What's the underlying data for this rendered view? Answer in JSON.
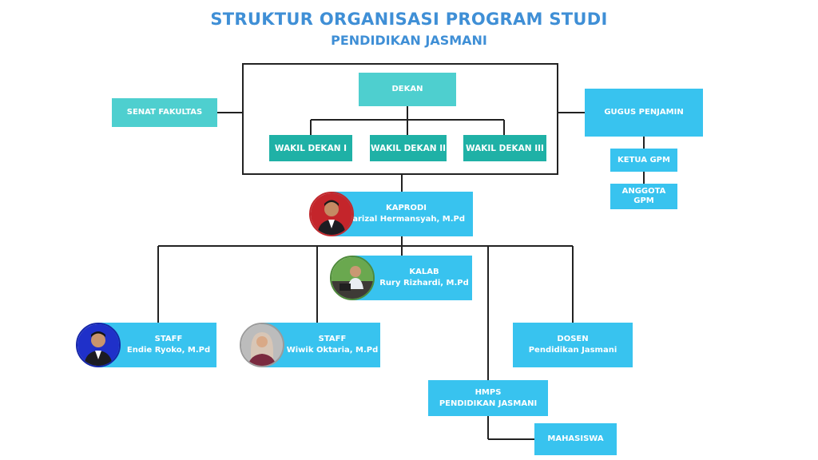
{
  "title": "STRUKTUR ORGANISASI PROGRAM STUDI",
  "subtitle": "PENDIDIKAN JASMANI",
  "nodes": {
    "senat": "SENAT FAKULTAS",
    "dekan": "DEKAN",
    "wd1": "WAKIL DEKAN I",
    "wd2": "WAKIL DEKAN II",
    "wd3": "WAKIL DEKAN III",
    "gugus": "GUGUS PENJAMIN",
    "ketua_gpm": "KETUA GPM",
    "anggota_gpm": [
      "ANGGOTA",
      "GPM"
    ],
    "kaprodi": {
      "role": "KAPRODI",
      "name": "Farizal Hermansyah, M.Pd"
    },
    "kalab": {
      "role": "KALAB",
      "name": "Rury Rizhardi, M.Pd"
    },
    "staff1": {
      "role": "STAFF",
      "name": "Endie Ryoko, M.Pd"
    },
    "staff2": {
      "role": "STAFF",
      "name": "Wiwik Oktaria, M.Pd"
    },
    "dosen": {
      "role": "DOSEN",
      "name": "Pendidikan Jasmani"
    },
    "hmps": [
      "HMPS",
      "PENDIDIKAN JASMANI"
    ],
    "mahasiswa": "MAHASISWA"
  },
  "colors": {
    "title": "#3f8fd6",
    "teal_box": "#4ecfcf",
    "dark_teal_box": "#1fb1a6",
    "blue_box": "#38c3ef",
    "line": "#222222"
  }
}
